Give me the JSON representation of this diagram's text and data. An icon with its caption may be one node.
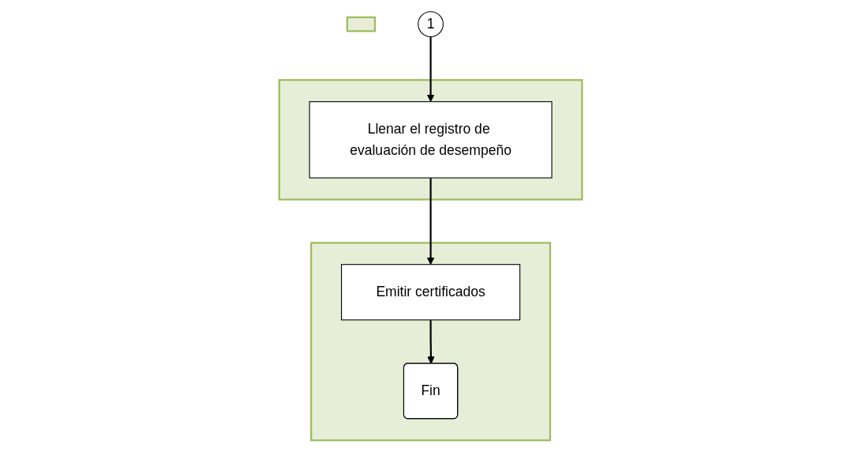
{
  "diagram": {
    "nodes": [
      {
        "text": [],
        "shape": "box"
      },
      {
        "text": [],
        "shape": "box"
      },
      {
        "text": [],
        "shape": "box"
      },
      {
        "text": [
          "1"
        ]
      },
      {
        "text": [
          "Llenar el registro de evaluación de desempeño"
        ],
        "in": 2
      },
      {
        "text": [
          "Emitir certificados"
        ],
        "in": 0
      },
      {
        "text": [
          "Fin"
        ],
        "in": 0
      }
    ],
    "edges": [
      {
        "from": 3,
        "to": 4,
        "arrow": "to"
      },
      {
        "from": 4,
        "to": 5,
        "arrow": "to"
      },
      {
        "from": 5,
        "to": 6,
        "arrow": "to"
      }
    ]
  }
}
